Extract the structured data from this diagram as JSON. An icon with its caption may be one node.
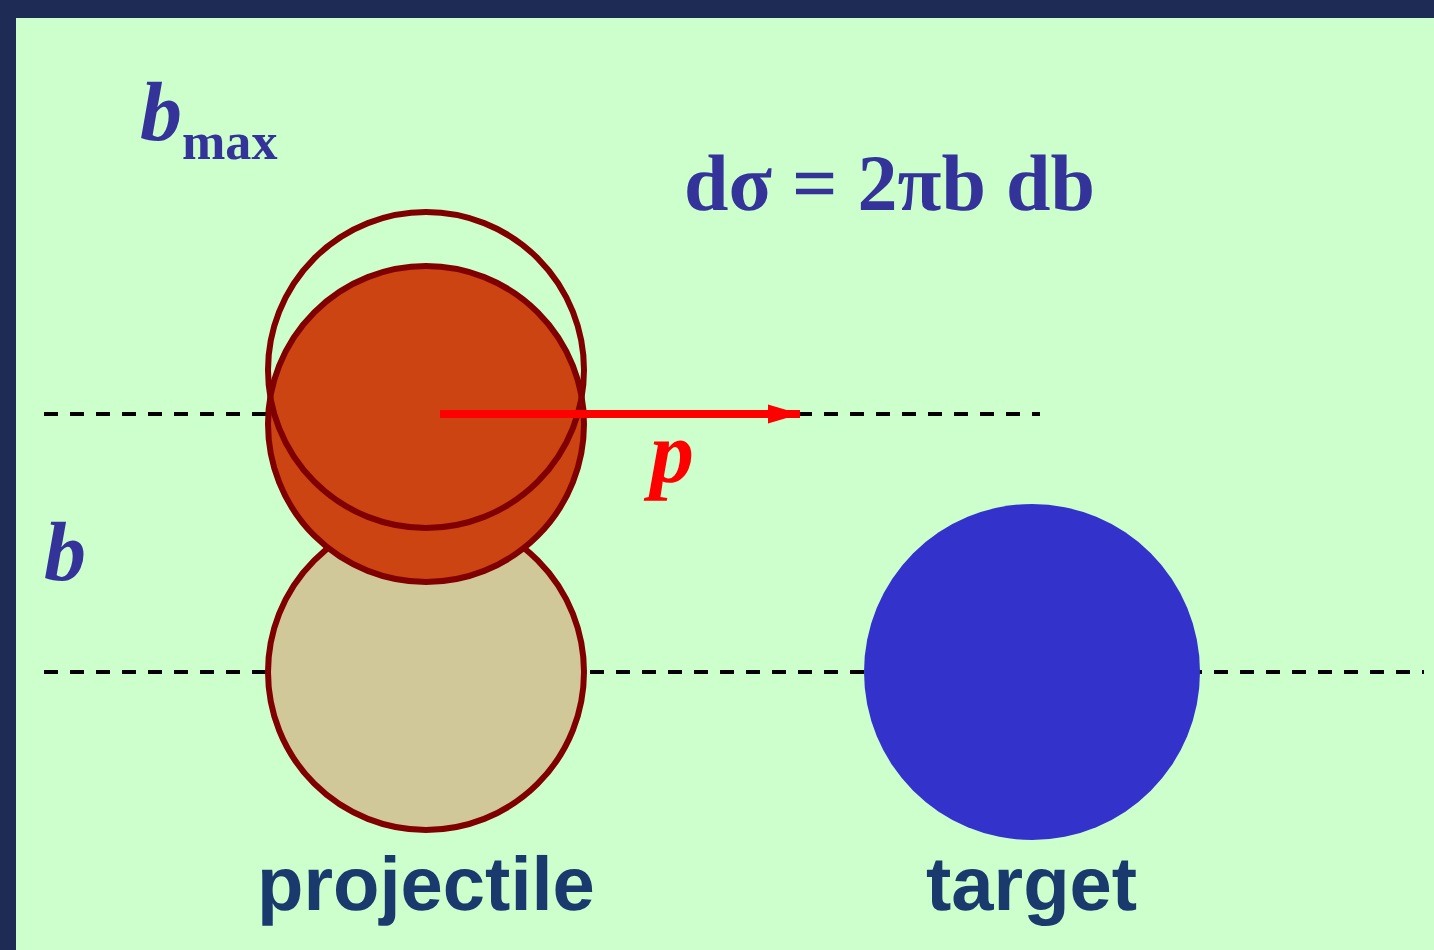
{
  "diagram": {
    "labels": [
      "*b*$_{max}$",
      "dσ = 2πb db",
      "p",
      "b",
      "projectile",
      "target"
    ]
  }
}
